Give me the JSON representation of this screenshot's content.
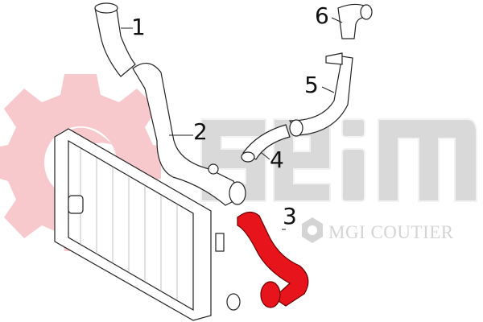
{
  "watermark": {
    "brand": "seim",
    "subtitle": "MGI COUTIER",
    "gear_color": "#f7c9cd",
    "text_color": "#d9d9d9"
  },
  "callouts": [
    "1",
    "2",
    "3",
    "4",
    "5",
    "6"
  ],
  "colors": {
    "highlight_part": "#e8141c",
    "line_art": "#222222"
  },
  "highlighted_part": "3"
}
